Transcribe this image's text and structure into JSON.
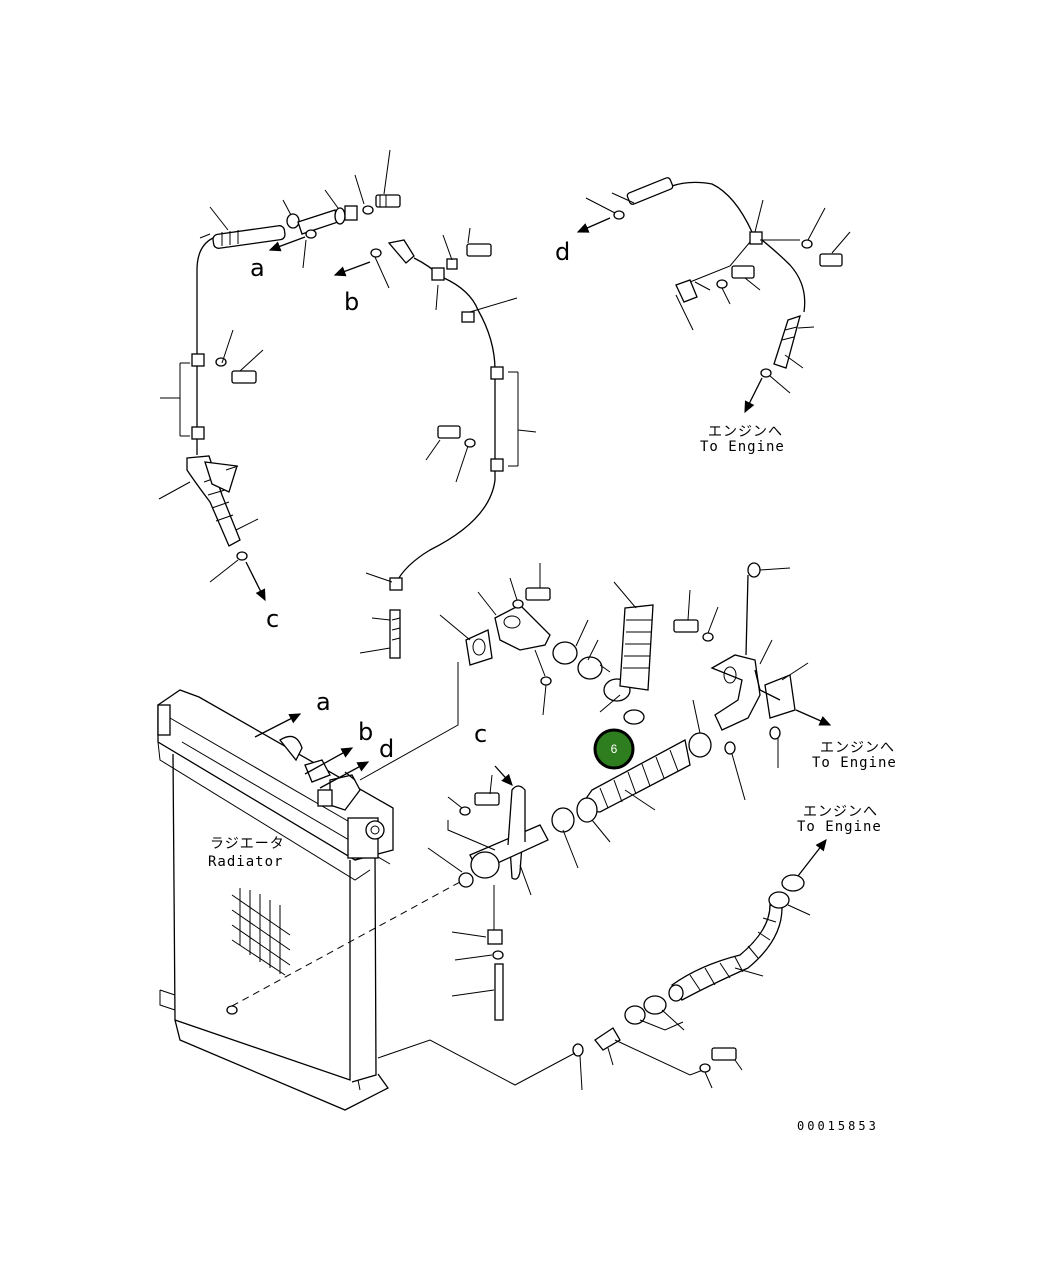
{
  "refs": {
    "a": "a",
    "b": "b",
    "c": "c",
    "d": "d"
  },
  "notes": {
    "to_engine_jp": "エンジンへ",
    "to_engine_en": "To Engine",
    "radiator_jp": "ラジエータ",
    "radiator_en": "Radiator"
  },
  "callout": {
    "number": "6",
    "color": "#2e7d1f"
  },
  "drawing_number": "00015853"
}
